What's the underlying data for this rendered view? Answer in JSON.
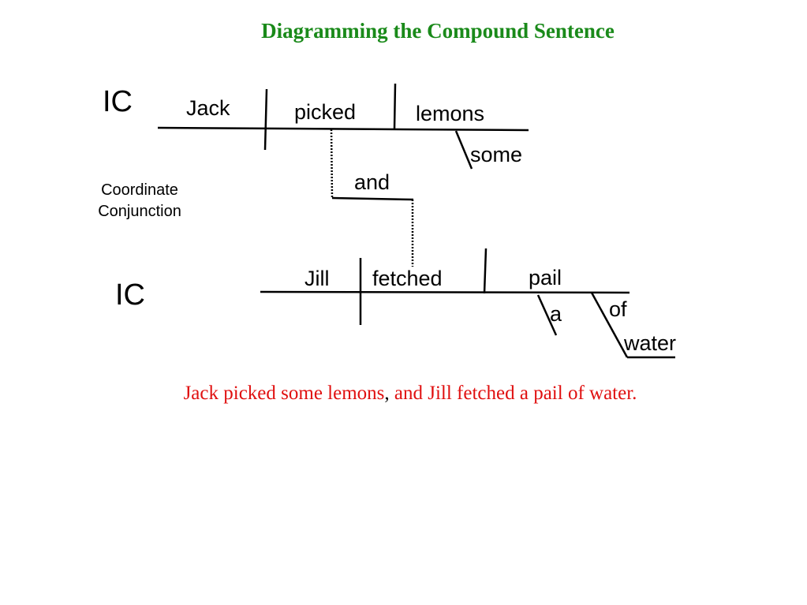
{
  "title": "Diagramming the Compound Sentence",
  "colors": {
    "title": "#1a8a1a",
    "sentence": "#e01010",
    "punct": "#000000",
    "lines": "#000000"
  },
  "clause1": {
    "label": "IC",
    "subject": "Jack",
    "verb": "picked",
    "object": "lemons",
    "modifier": "some"
  },
  "conjunction": {
    "word": "and",
    "label_line1": "Coordinate",
    "label_line2": "Conjunction"
  },
  "clause2": {
    "label": "IC",
    "subject": "Jill",
    "verb": "fetched",
    "object": "pail",
    "modifier": "a",
    "preposition": "of",
    "prep_object": "water"
  },
  "sentence": {
    "part1": "Jack picked some lemons",
    "comma": ",",
    "part2": " and Jill fetched a pail of water."
  }
}
